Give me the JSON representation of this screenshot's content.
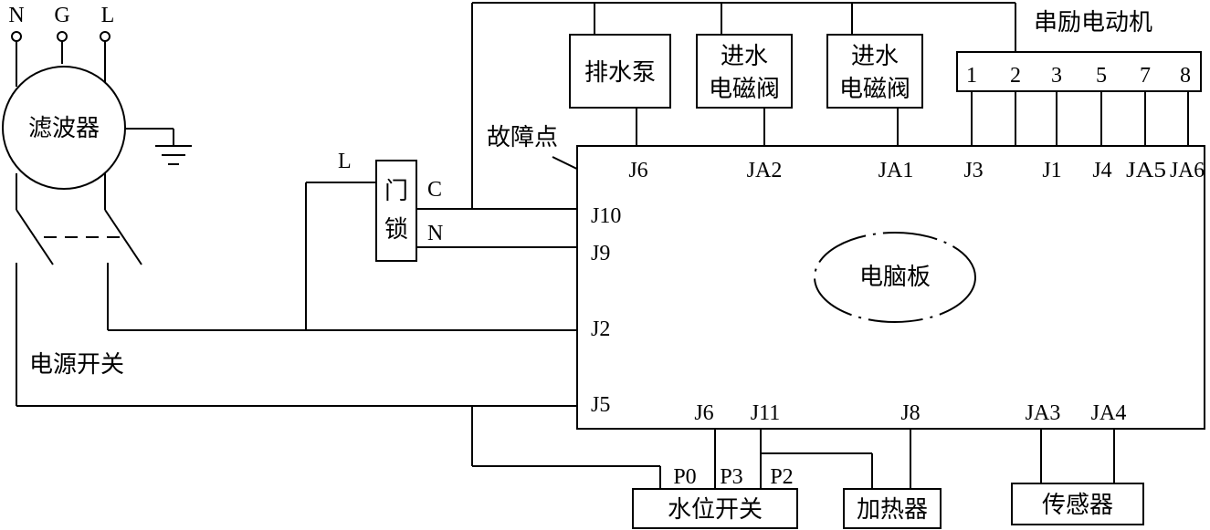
{
  "terminals": {
    "n": "N",
    "g": "G",
    "l": "L"
  },
  "filter": {
    "label": "滤波器"
  },
  "power_switch": {
    "label": "电源开关"
  },
  "door_lock": {
    "line_l": "L",
    "label_line1": "门",
    "label_line2": "锁",
    "pin_c": "C",
    "pin_n": "N"
  },
  "fault_point": {
    "label": "故障点"
  },
  "drain_pump": {
    "label": "排水泵"
  },
  "inlet_valve_1": {
    "label_line1": "进水",
    "label_line2": "电磁阀"
  },
  "inlet_valve_2": {
    "label_line1": "进水",
    "label_line2": "电磁阀"
  },
  "motor": {
    "label": "串励电动机",
    "pins": [
      "1",
      "2",
      "3",
      "5",
      "7",
      "8"
    ]
  },
  "board": {
    "label": "电脑板",
    "top_pins": [
      "J6",
      "JA2",
      "JA1",
      "J3",
      "J1",
      "J4",
      "JA5",
      "JA6"
    ],
    "left_pins": [
      "J10",
      "J9",
      "J2",
      "J5"
    ],
    "bottom_pins": [
      "J6",
      "J11",
      "J8",
      "JA3",
      "JA4"
    ]
  },
  "water_level_switch": {
    "label": "水位开关",
    "pins": [
      "P0",
      "P3",
      "P2"
    ]
  },
  "heater": {
    "label": "加热器"
  },
  "sensor": {
    "label": "传感器"
  }
}
